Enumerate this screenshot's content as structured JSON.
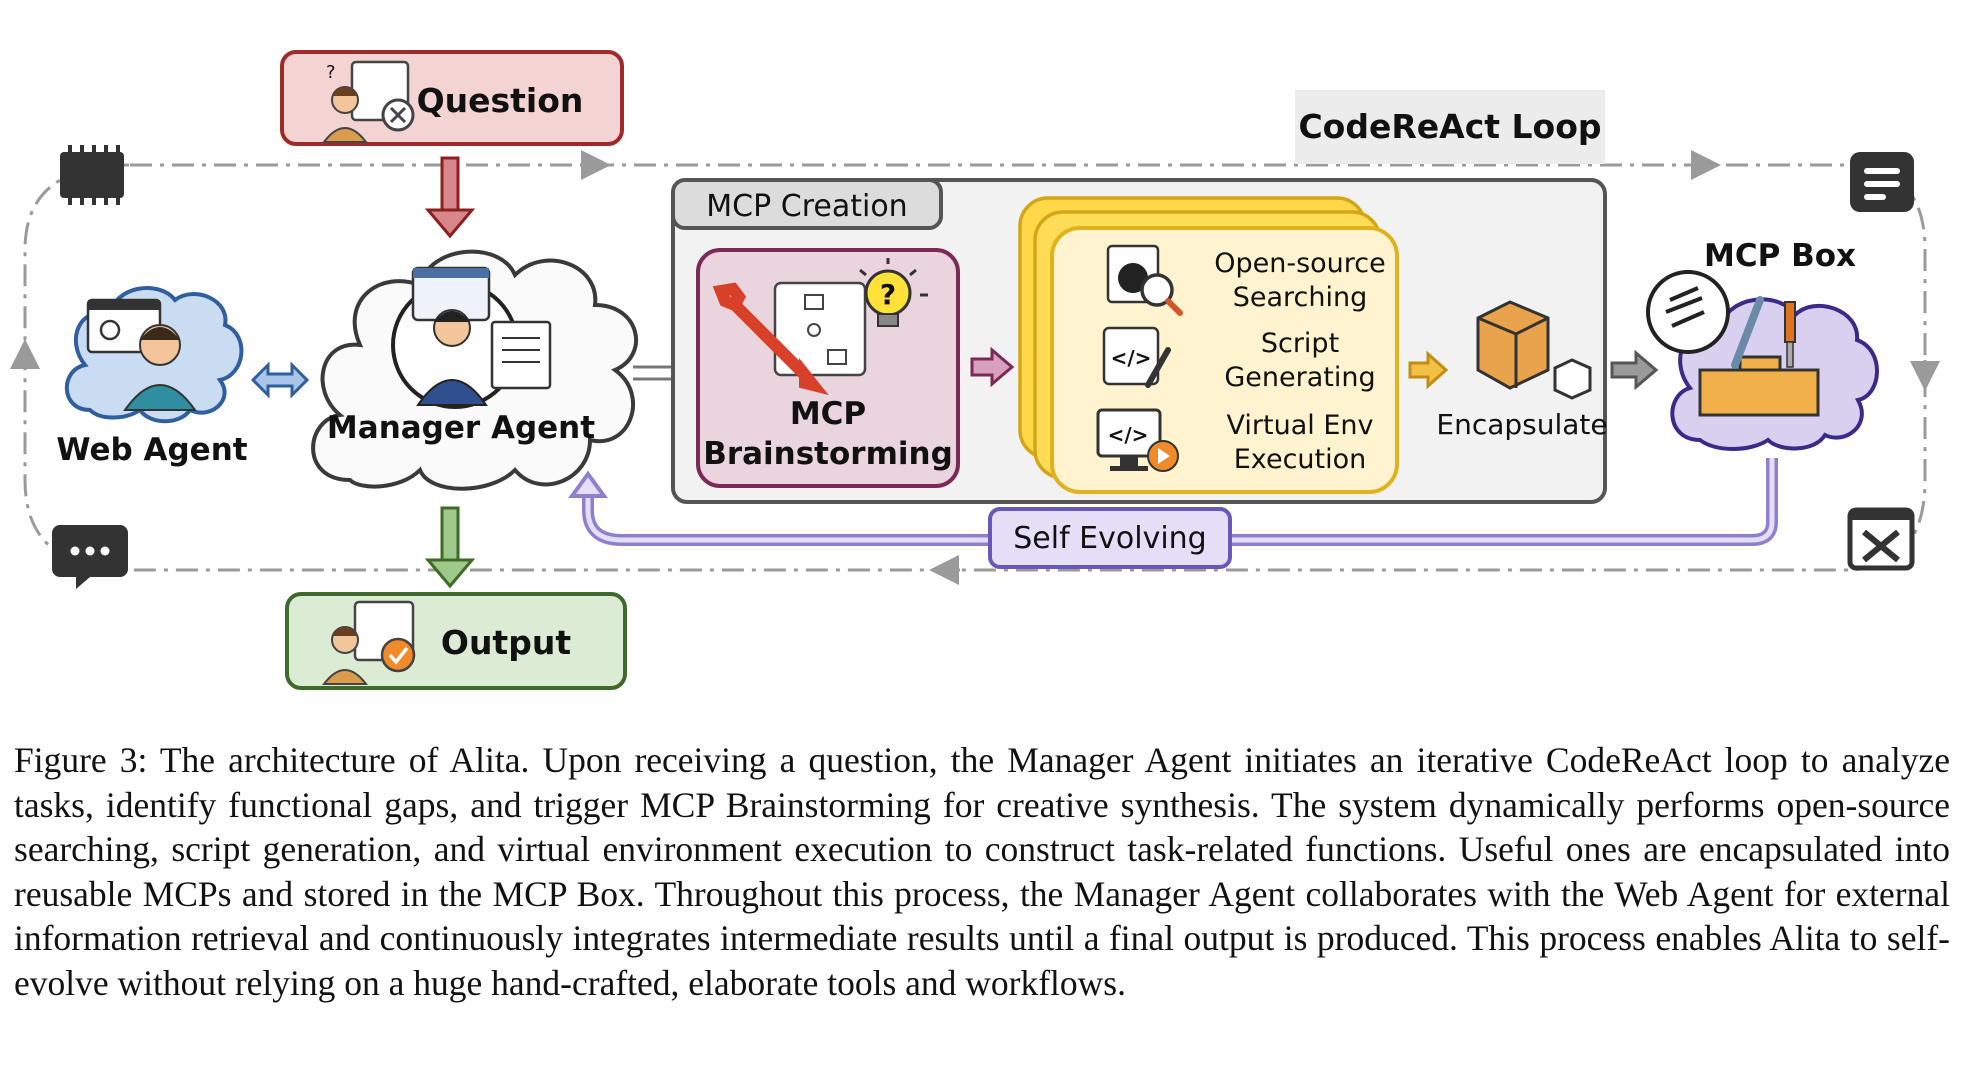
{
  "diagram": {
    "question": "Question",
    "output": "Output",
    "web_agent": "Web Agent",
    "manager_agent": "Manager Agent",
    "codereact_loop": "CodeReAct Loop",
    "mcp_creation": "MCP Creation",
    "mcp_brainstorming": [
      "MCP",
      "Brainstorming"
    ],
    "steps": [
      [
        "Open-source",
        "Searching"
      ],
      [
        "Script",
        "Generating"
      ],
      [
        "Virtual Env",
        "Execution"
      ]
    ],
    "encapsulate": "Encapsulate",
    "mcp_box": "MCP Box",
    "self_evolving": "Self Evolving",
    "colors": {
      "question_fill": "#f3d4d2",
      "question_stroke": "#9e2a2a",
      "output_fill": "#dcebd3",
      "output_stroke": "#3f6b2a",
      "cloud_blue": "#c9dcf2",
      "cloud_stroke_blue": "#2f5f9e",
      "cloud_purple": "#d8d0ee",
      "cloud_stroke_purple": "#3b2a8a",
      "brainstorm_fill": "#ead5df",
      "brainstorm_stroke": "#7a2a55",
      "steps_fill": "#fff4cf",
      "steps_stroke": "#e0b21f",
      "evolve_stroke": "#8f7fcf",
      "evolve_fill": "#e4def6"
    }
  },
  "caption": "Figure 3: The architecture of Alita. Upon receiving a question, the Manager Agent initiates an iterative CodeReAct loop to analyze tasks, identify functional gaps, and trigger MCP Brainstorming for creative synthesis. The system dynamically performs open-source searching, script generation, and virtual environment execution to construct task-related functions. Useful ones are encapsulated into reusable MCPs and stored in the MCP Box. Throughout this process, the Manager Agent collaborates with the Web Agent for external information retrieval and continuously integrates intermediate results until a final output is produced. This process enables Alita to self-evolve without relying on a huge hand-crafted, elaborate tools and workflows."
}
